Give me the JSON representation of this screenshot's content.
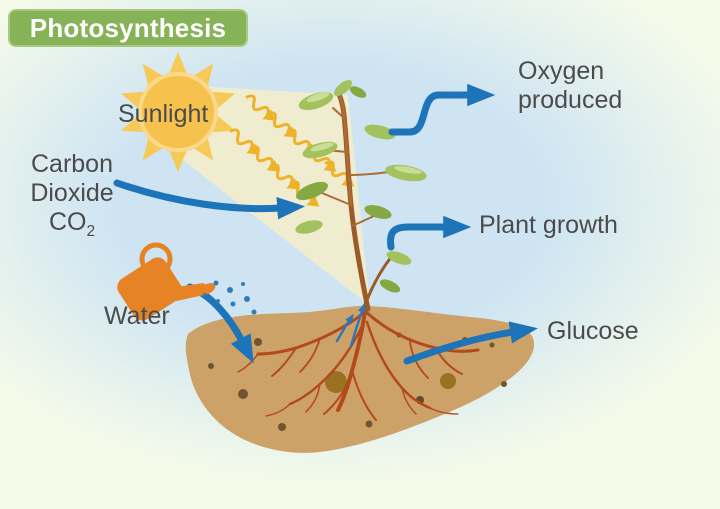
{
  "title": {
    "banner": "Photosynthesis"
  },
  "labels": {
    "sunlight": "Sunlight",
    "carbon_dioxide": {
      "line1": "Carbon",
      "line2": "Dioxide",
      "formula": "CO",
      "formula_sub": "2"
    },
    "water": "Water",
    "oxygen": {
      "line1": "Oxygen",
      "line2": "produced"
    },
    "plant_growth": "Plant growth",
    "glucose": "Glucose"
  },
  "icons": {
    "sun": "sun-icon",
    "sun_rays": "wavy-ray-arrows-icon",
    "light_beam": "light-beam-shape",
    "watering_can": "watering-can-icon",
    "water_drops": "water-drops-icon",
    "plant": "plant-icon",
    "soil": "soil-mound-shape",
    "roots": "roots-icon",
    "process_arrows": "blue-flow-arrows"
  },
  "colors": {
    "arrow_blue": "#1e74b8",
    "banner_green": "#86b258",
    "text_gray": "#4b4b4d",
    "sun_yellow": "#f6c14d",
    "ray_gold": "#efb32a",
    "soil_tan": "#cda269",
    "root_rust": "#b34a1c",
    "leaf_green": "#a3c25e",
    "can_orange": "#e58325",
    "background_blue": "#cee4f3",
    "background_cream": "#f5fbe9"
  }
}
